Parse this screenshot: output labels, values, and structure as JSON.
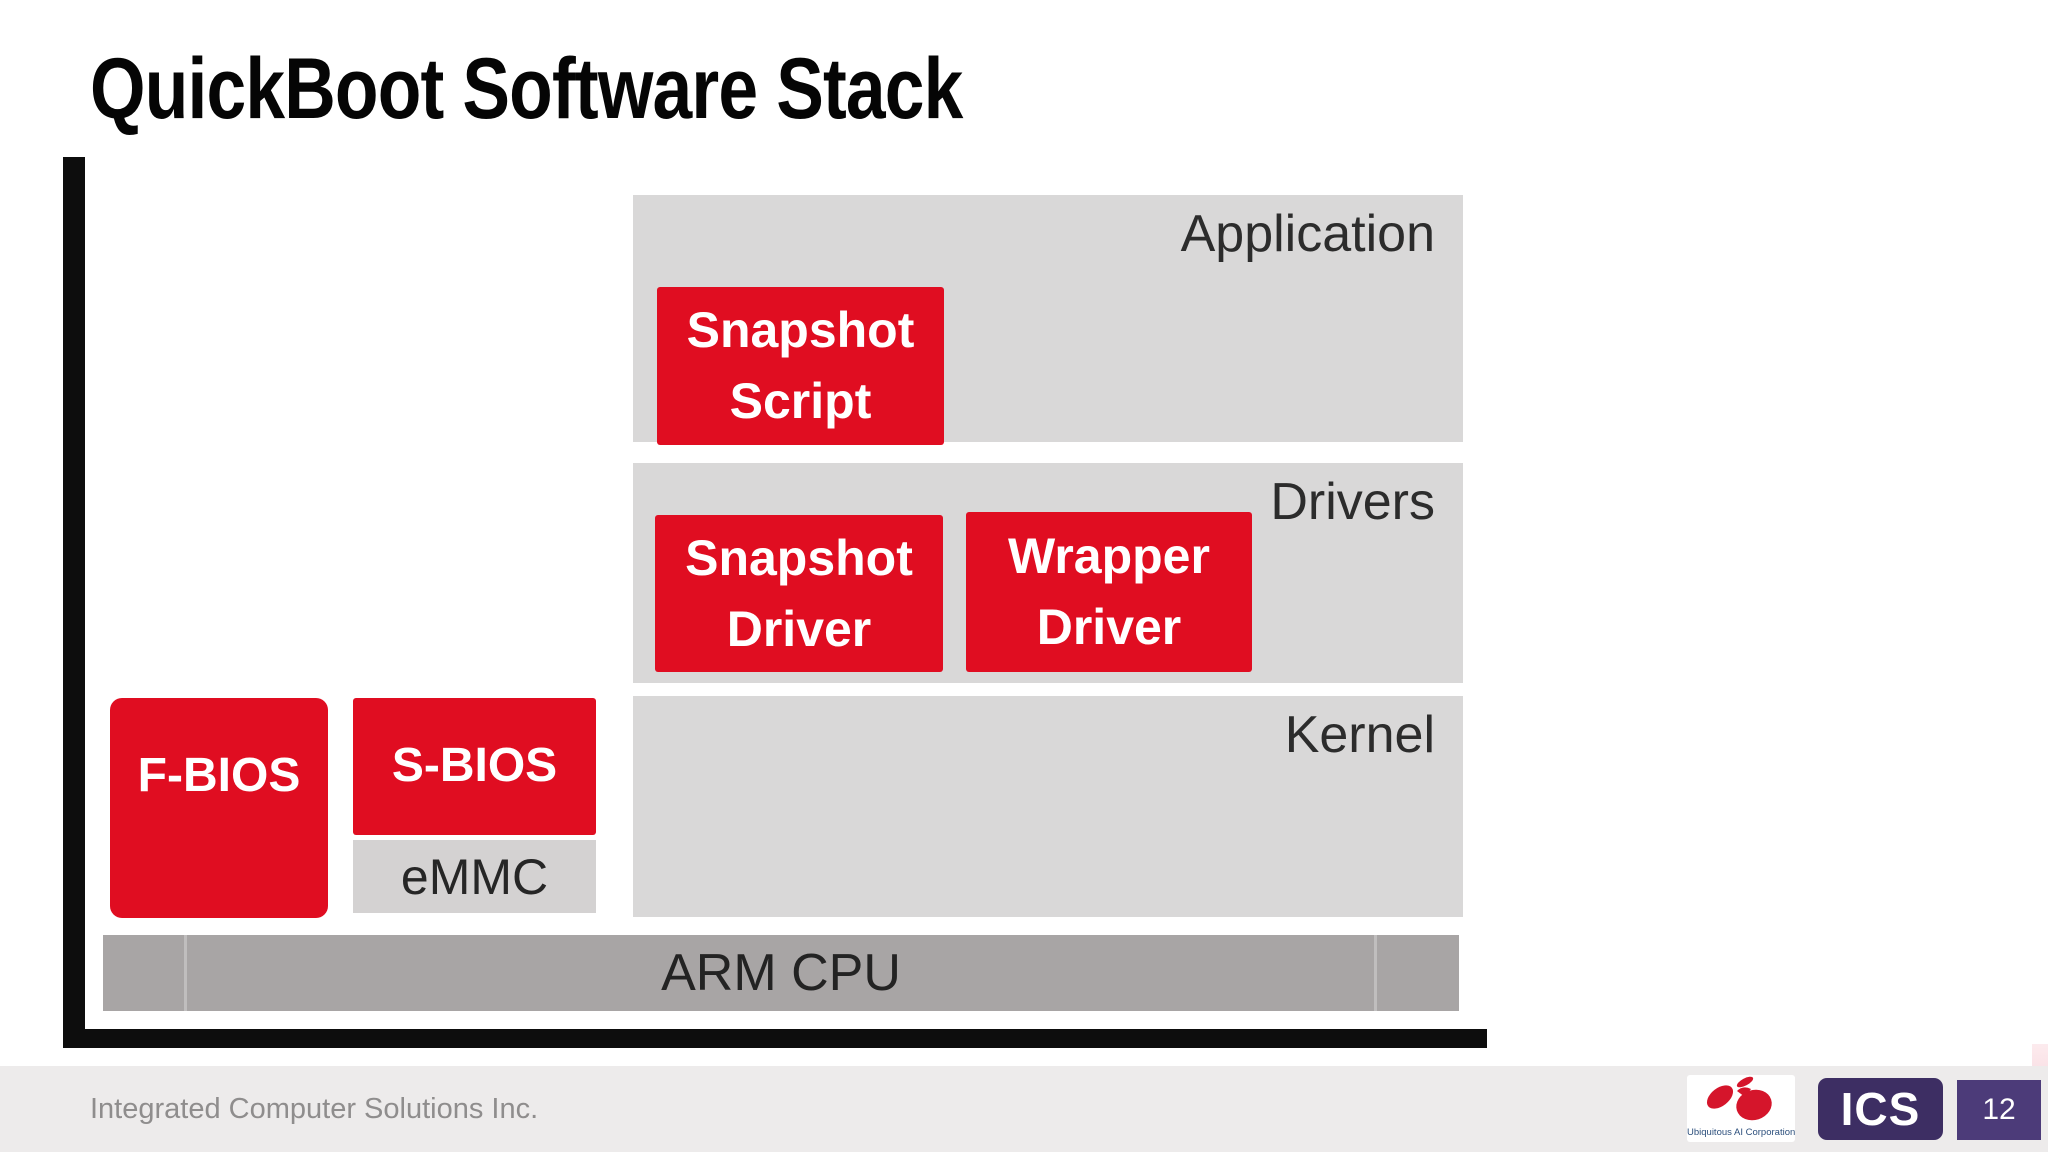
{
  "title": "QuickBoot Software Stack",
  "diagram": {
    "layers": [
      {
        "name": "application",
        "label": "Application"
      },
      {
        "name": "drivers",
        "label": "Drivers"
      },
      {
        "name": "kernel",
        "label": "Kernel"
      }
    ],
    "blocks": [
      {
        "name": "snapshot-script",
        "line1": "Snapshot",
        "line2": "Script"
      },
      {
        "name": "snapshot-driver",
        "line1": "Snapshot",
        "line2": "Driver"
      },
      {
        "name": "wrapper-driver",
        "line1": "Wrapper",
        "line2": "Driver"
      },
      {
        "name": "f-bios",
        "line1": "F-BIOS"
      },
      {
        "name": "s-bios",
        "line1": "S-BIOS"
      }
    ],
    "emmc_label": "eMMC",
    "cpu_label": "ARM CPU"
  },
  "footer": {
    "company": "Integrated Computer Solutions Inc.",
    "ubiquitous_logo_text": "Ubiquitous AI Corporation",
    "ics_logo_text": "ICS",
    "page_number": "12"
  },
  "colors": {
    "accent_red": "#e00d21",
    "layer_gray": "#d9d8d8",
    "emmc_gray": "#d4d2d2",
    "cpu_gray": "#a8a5a5",
    "footer_bg": "#edebeb",
    "ics_navy": "#3d2e63",
    "page_purple": "#4c3b79",
    "logo_red": "#d5152b"
  }
}
